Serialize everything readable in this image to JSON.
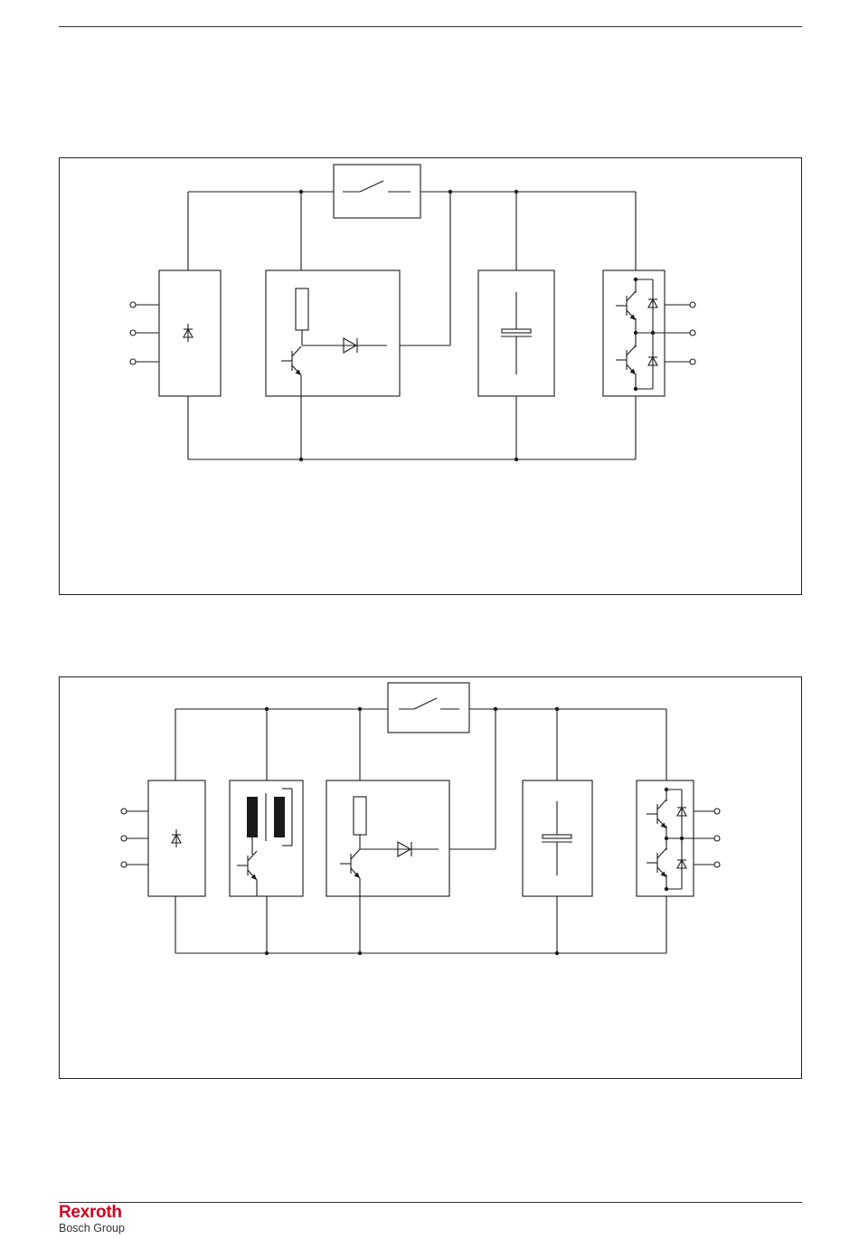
{
  "footer": {
    "brand": "Rexroth",
    "group": "Bosch Group",
    "brand_color": "#d2001e"
  },
  "diagrams": [
    {
      "blocks": [
        "rectifier",
        "brake-chopper",
        "capacitor",
        "inverter"
      ],
      "switch": "main-contactor",
      "input_terminals": 3,
      "output_terminals": 3
    },
    {
      "blocks": [
        "rectifier",
        "transformer-switch",
        "brake-chopper",
        "capacitor",
        "inverter"
      ],
      "switch": "main-contactor",
      "input_terminals": 3,
      "output_terminals": 3
    }
  ]
}
